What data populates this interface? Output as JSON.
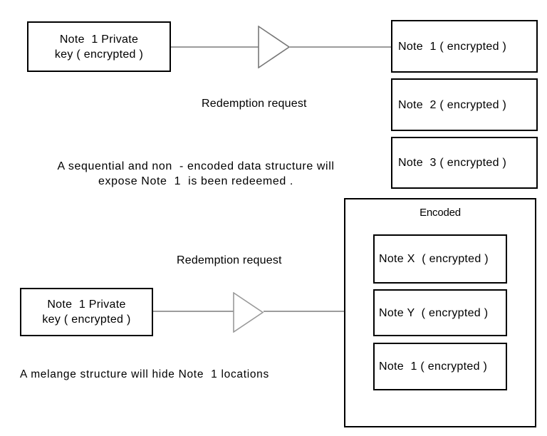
{
  "diagram": {
    "top": {
      "source_box": {
        "line1": "Note  1 Private",
        "line2": "key ( encrypted )"
      },
      "arrow_label": "Redemption request",
      "targets": [
        "Note  1 ( encrypted )",
        "Note  2 ( encrypted )",
        "Note  3 ( encrypted )"
      ],
      "caption_line1": "A sequential and non  - encoded data structure will",
      "caption_line2": "expose Note  1  is been redeemed ."
    },
    "bottom": {
      "arrow_label": "Redemption request",
      "source_box": {
        "line1": "Note  1 Private",
        "line2": "key ( encrypted )"
      },
      "container_label": "Encoded",
      "targets": [
        "Note X  ( encrypted )",
        "Note Y  ( encrypted )",
        "Note  1 ( encrypted )"
      ],
      "caption": "A melange structure will hide Note  1 locations"
    },
    "colors": {
      "background": "#ffffff",
      "box_border": "#000000",
      "connector_line": "#9c9c9c",
      "arrow_outline": "#777777",
      "text": "#000000"
    }
  }
}
